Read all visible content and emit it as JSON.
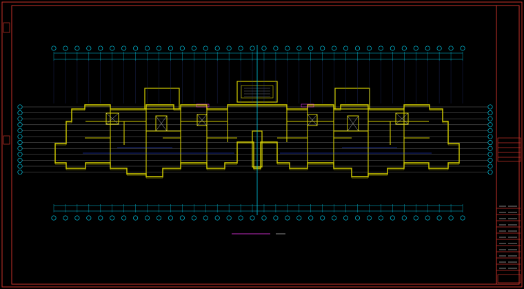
{
  "drawing": {
    "title": "",
    "scale": "",
    "sheet_no": "",
    "left_stamp_top": "",
    "left_stamp_bottom": ""
  },
  "grid": {
    "top_axis_count": 36,
    "bottom_axis_count": 36,
    "left_axis_count": 12,
    "right_axis_count": 12
  },
  "colors": {
    "background": "#000000",
    "frame": "#c8322a",
    "walls": "#d6d000",
    "axis": "#00c8e6",
    "dimension": "#2b4cff",
    "grid_lines": "#9a9a9a",
    "label_magenta": "#ff3cff",
    "label_white": "#e8e8e8"
  },
  "title_block": {
    "rows": 11
  }
}
